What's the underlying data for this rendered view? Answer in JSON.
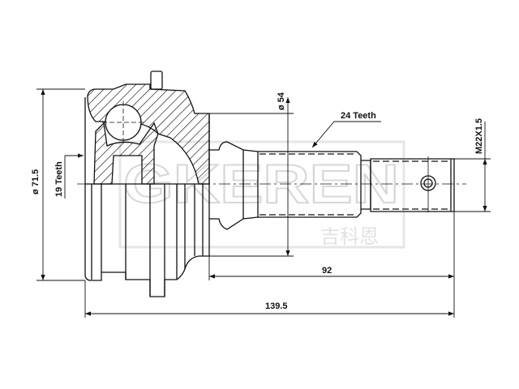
{
  "drawing": {
    "dimensions": {
      "housing_diameter": "ø 71.5",
      "inner_teeth": "19 Teeth",
      "boss_diameter": "ø 54",
      "outer_teeth": "24 Teeth",
      "thread": "M22X1.5",
      "shaft_length": "92",
      "overall_length": "139.5"
    },
    "watermark": {
      "latin": "GKEREN",
      "chinese": "吉科恩"
    },
    "colors": {
      "line": "#111111",
      "watermark": "#d8d8d8"
    }
  }
}
